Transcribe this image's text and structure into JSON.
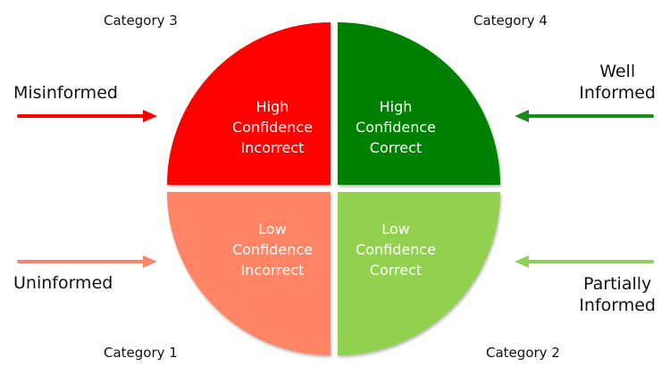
{
  "categories": {
    "cat1": "Category 1",
    "cat2": "Category 2",
    "cat3": "Category 3",
    "cat4": "Category 4"
  },
  "quadrants": {
    "top_left": {
      "lines": [
        "High",
        "Confidence",
        "Incorrect"
      ],
      "color": "#ff0000"
    },
    "top_right": {
      "lines": [
        "High",
        "Confidence",
        "Correct"
      ],
      "color": "#008000"
    },
    "bottom_left": {
      "lines": [
        "Low",
        "Confidence",
        "Incorrect"
      ],
      "color": "#ff8566"
    },
    "bottom_right": {
      "lines": [
        "Low",
        "Confidence",
        "Correct"
      ],
      "color": "#92d050"
    }
  },
  "side_labels": {
    "misinformed": {
      "lines": [
        "Misinformed"
      ],
      "arrow_color": "#ff0000"
    },
    "well_informed": {
      "lines": [
        "Well",
        "Informed"
      ],
      "arrow_color": "#1a8a1a"
    },
    "uninformed": {
      "lines": [
        "Uninformed"
      ],
      "arrow_color": "#f8866b"
    },
    "partially_informed": {
      "lines": [
        "Partially",
        "Informed"
      ],
      "arrow_color": "#8fd059"
    }
  }
}
